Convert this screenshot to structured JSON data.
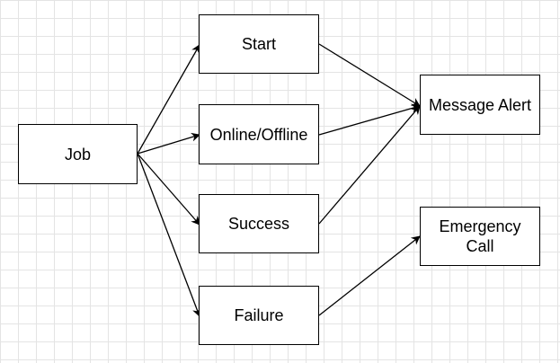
{
  "diagram": {
    "nodes": {
      "job": "Job",
      "start": "Start",
      "online": "Online/Offline",
      "success": "Success",
      "failure": "Failure",
      "message": "Message Alert",
      "emergency": "Emergency\nCall"
    },
    "edges": [
      {
        "from": "job",
        "to": "start"
      },
      {
        "from": "job",
        "to": "online"
      },
      {
        "from": "job",
        "to": "success"
      },
      {
        "from": "job",
        "to": "failure"
      },
      {
        "from": "start",
        "to": "message"
      },
      {
        "from": "online",
        "to": "message"
      },
      {
        "from": "success",
        "to": "message"
      },
      {
        "from": "failure",
        "to": "emergency"
      }
    ]
  },
  "colors": {
    "stroke": "#000000",
    "node_fill": "#ffffff",
    "grid": "#e4e4e4"
  }
}
